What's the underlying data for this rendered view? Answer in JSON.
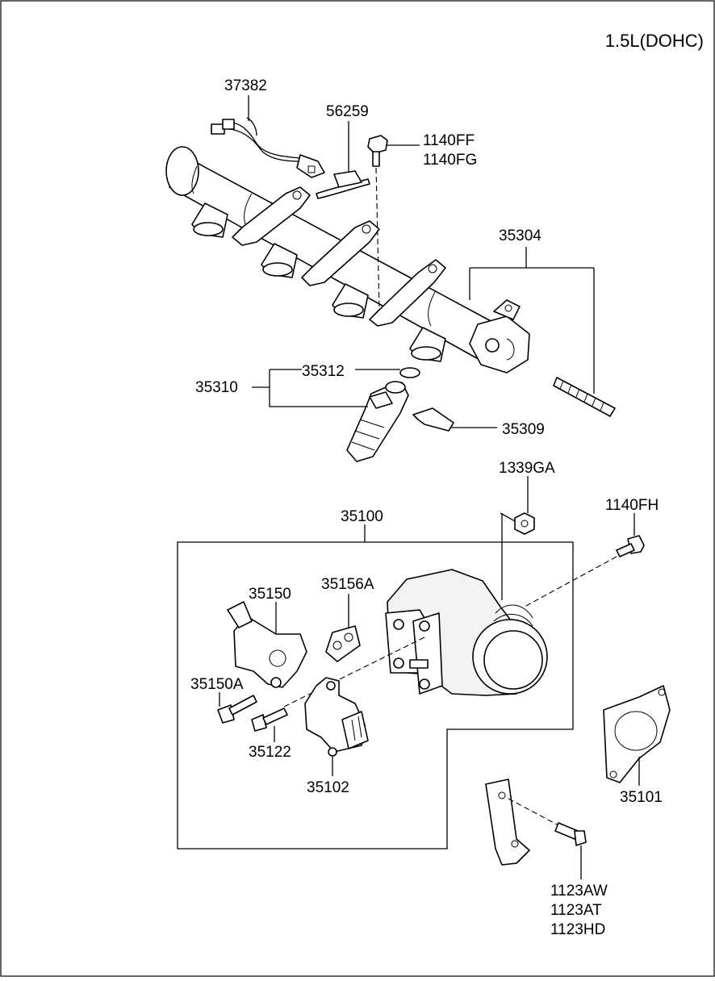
{
  "title": "1.5L(DOHC)",
  "labels": {
    "p37382": "37382",
    "p56259": "56259",
    "p1140ff": "1140FF",
    "p1140fg": "1140FG",
    "p35304": "35304",
    "p35312": "35312",
    "p35310": "35310",
    "p35309": "35309",
    "p1339ga": "1339GA",
    "p35100": "35100",
    "p1140fh": "1140FH",
    "p35150": "35150",
    "p35156a": "35156A",
    "p35150a": "35150A",
    "p35122": "35122",
    "p35102": "35102",
    "p35101": "35101",
    "p1123aw": "1123AW",
    "p1123at": "1123AT",
    "p1123hd": "1123HD"
  }
}
